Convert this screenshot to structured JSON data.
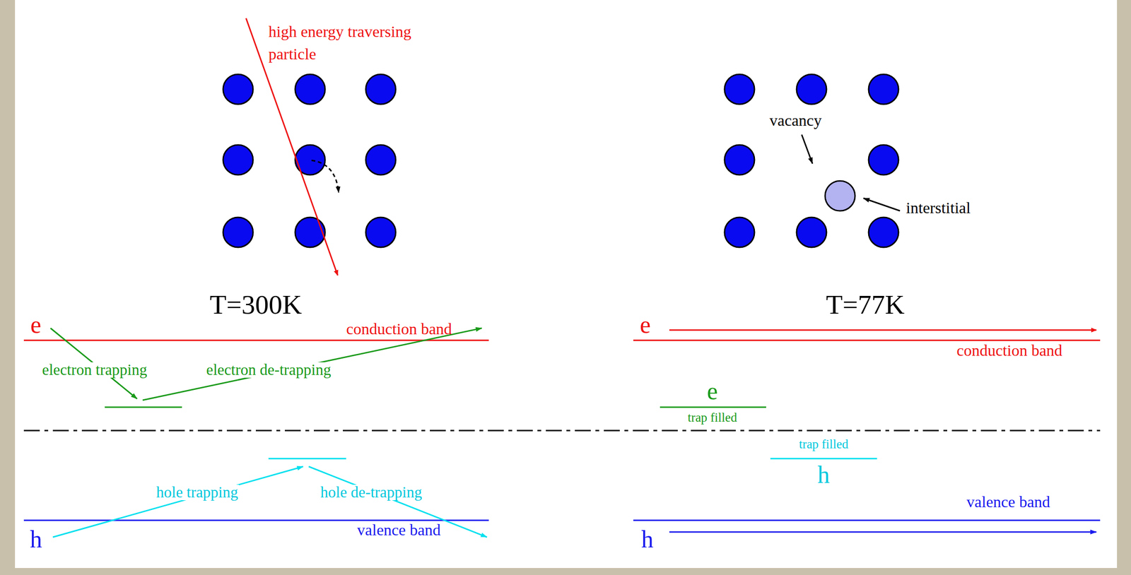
{
  "diagram": {
    "labels": [
      "high energy traversing particle",
      "vacancy",
      "interstitial",
      "T=300K",
      "T=77K",
      "e",
      "conduction band",
      "electron trapping",
      "electron de-trapping",
      "hole trapping",
      "hole de-trapping",
      "valence band",
      "h",
      "e",
      "conduction band",
      "e",
      "trap filled",
      "trap filled",
      "h",
      "valence band",
      "h"
    ]
  }
}
